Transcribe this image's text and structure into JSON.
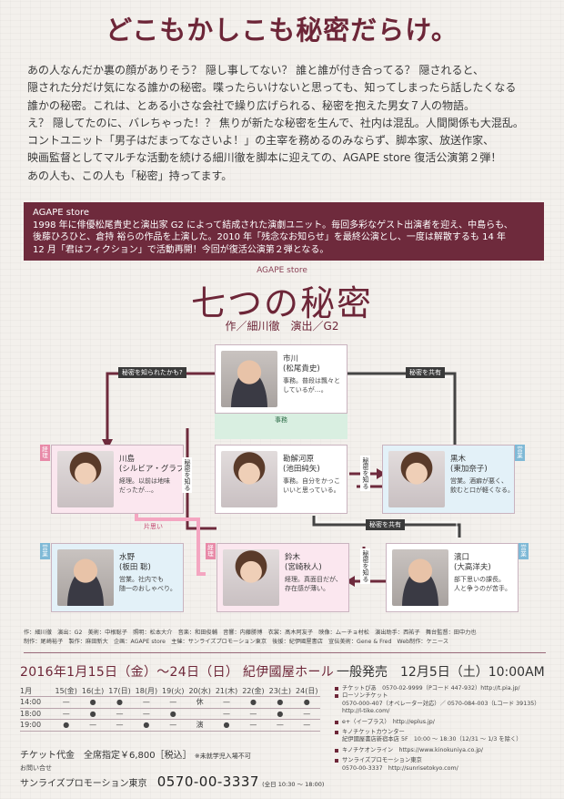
{
  "tagline": "どこもかしこも秘密だらけ。",
  "intro": [
    "あの人なんだか裏の顔がありそう？ 隠し事してない？ 誰と誰が付き合ってる？ 隠されると、",
    "隠された分だけ気になる誰かの秘密。喋ったらいけないと思っても、知ってしまったら話したくなる",
    "誰かの秘密。これは、とある小さな会社で繰り広げられる、秘密を抱えた男女７人の物語。",
    "え？ 隠してたのに、バレちゃった！？ 焦りが新たな秘密を生んで、社内は混乱。人間関係も大混乱。",
    "コントユニット「男子はだまってなさいよ！」の主宰を務めるのみならず、脚本家、放送作家、",
    "映画監督としてマルチな活動を続ける細川徹を脚本に迎えての、AGAPE store 復活公演第２弾！",
    "あの人も、この人も「秘密」持ってます。"
  ],
  "about": {
    "heading": "AGAPE store",
    "lines": [
      "1998 年に俳優松尾貴史と演出家 G2 によって結成された演劇ユニット。毎回多彩なゲスト出演者を迎え、中島らも、",
      "後藤ひろひと、倉持 裕らの作品を上演した。2010 年「残念なお知らせ」を最終公演とし、一度は解散するも 14 年",
      "12 月「君はフィクション」で活動再開！今回が復活公演第２弾となる。"
    ]
  },
  "brand": "AGAPE store",
  "title": "七つの秘密",
  "byline": "作／細川徹　演出／G2",
  "chart_labels": {
    "secret_known": "秘密を知られたかも?",
    "secret_shared1": "秘密を共有",
    "secret_shared2": "秘密を共有",
    "jimu": "事務",
    "keiri1": "経理",
    "keiri2": "経理",
    "eigyo1": "営業",
    "eigyo2": "営業",
    "eigyo3": "営業",
    "kataomoi": "片思い",
    "himitsu_shiru1": "秘密を知る",
    "himitsu_shiru2": "秘密を知る",
    "himitsu_shiru3": "秘密を知る"
  },
  "characters": {
    "ichikawa": {
      "name": "市川",
      "actor": "(松尾貴史)",
      "desc1": "事務。普段は飄々と",
      "desc2": "しているが…。"
    },
    "kawashima": {
      "name": "川島",
      "actor": "(シルビア・グラブ)",
      "desc1": "経理。以前は地味",
      "desc2": "だったが…。"
    },
    "kadenokoji": {
      "name": "勘解河原",
      "actor": "(池田純矢)",
      "desc1": "事務。自分をかっこ",
      "desc2": "いいと思っている。"
    },
    "kuroki": {
      "name": "黒木",
      "actor": "(東加奈子)",
      "desc1": "営業。酒癖が悪く、",
      "desc2": "飲むと口が軽くなる。"
    },
    "mizuno": {
      "name": "水野",
      "actor": "(板田 聡)",
      "desc1": "営業。社内でも",
      "desc2": "随一のおしゃべり。"
    },
    "suzuki": {
      "name": "鈴木",
      "actor": "(宮崎秋人)",
      "desc1": "経理。真面目だが、",
      "desc2": "存在感が薄い。"
    },
    "hamaguchi": {
      "name": "濱口",
      "actor": "(大高洋夫)",
      "desc1": "部下思いの課長。",
      "desc2": "人と争うのが苦手。"
    }
  },
  "credits": [
    "作：細川徹　演出：G2　美術：中根聡子　照明：松本大介　音楽：和田俊輔　音響：内藤勝博　衣裳：髙木阿友子　映像：ムーチョ村松　演出助手：西祐子　舞台監督：田中力也",
    "制作：尾崎裕子　製作：麻田新大　企画：AGAPE store　主催：サンライズプロモーション東京　後援：紀伊國屋書店　宣伝美術：Gene & Fred　Web制作：ケニース"
  ],
  "dates": "2016年1月15日（金）〜24日（日） 紀伊國屋ホール",
  "schedule": {
    "days": [
      "1月",
      "15(金)",
      "16(土)",
      "17(日)",
      "18(月)",
      "19(火)",
      "20(水)",
      "21(木)",
      "22(金)",
      "23(土)",
      "24(日)"
    ],
    "rows": [
      {
        "time": "14:00",
        "cells": [
          "—",
          "●",
          "●",
          "—",
          "—",
          "休",
          "—",
          "●",
          "●",
          "●"
        ]
      },
      {
        "time": "18:00",
        "cells": [
          "—",
          "●",
          "—",
          "—",
          "●",
          "",
          "—",
          "—",
          "●",
          "—"
        ]
      },
      {
        "time": "19:00",
        "cells": [
          "●",
          "—",
          "—",
          "●",
          "—",
          "演",
          "●",
          "—",
          "—",
          "—"
        ]
      }
    ]
  },
  "price": "チケット代金　全席指定￥6,800［税込］",
  "price_note": "※未就学児入場不可",
  "contact_label": "お問い合せ",
  "contact_org": "サンライズプロモーション東京",
  "contact_phone": "0570-00-3337",
  "contact_hours": "(全日 10:30 〜 18:00)",
  "sale": "一般発売　12月5日（土）10:00AM",
  "tickets": [
    "チケットぴあ　0570-02-9999（Pコード 447-932）http://t.pia.jp/",
    "ローソンチケット",
    "0570-000-407（オペレーター対応）／ 0570-084-003（Lコード 39135）",
    "http://l-tike.com/",
    "e+（イープラス）　http://eplus.jp/",
    "キノチケットカウンター",
    "紀伊國屋書店新宿本店 5F　10:00 〜 18:30（12/31 〜 1/3 を除く）",
    "キノチケオンライン　https://www.kinokuniya.co.jp/",
    "サンライズプロモーション東京",
    "0570-00-3337　http://sunrisetokyo.com/"
  ]
}
